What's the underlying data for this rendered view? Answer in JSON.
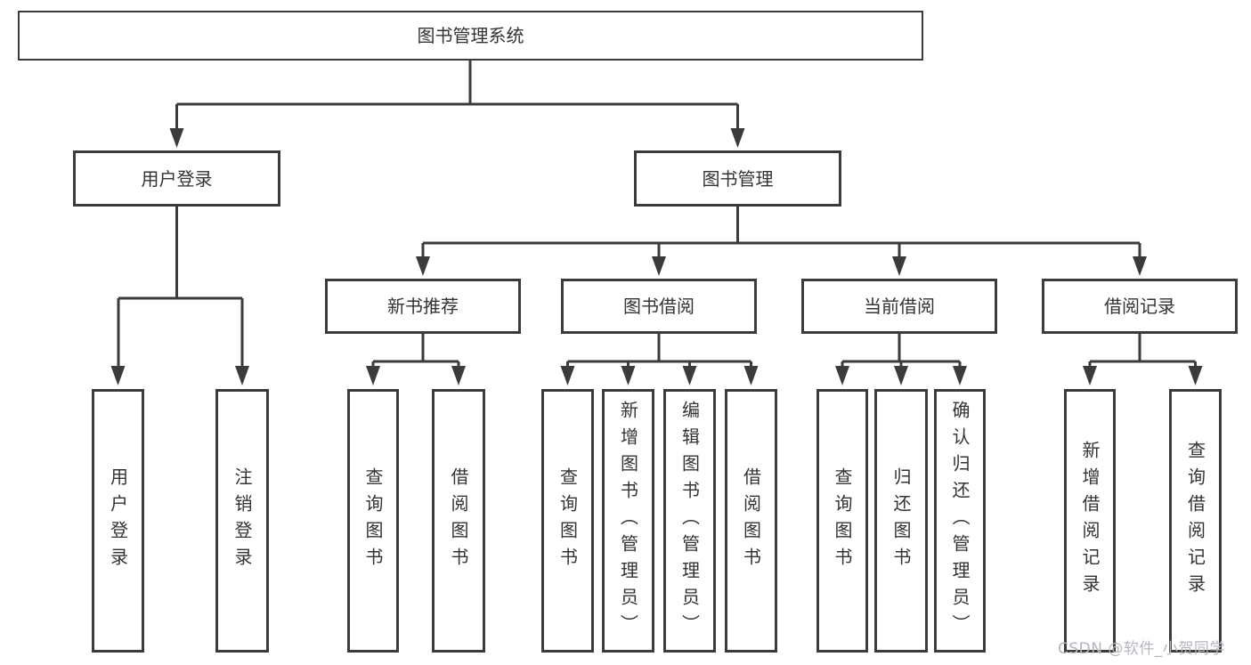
{
  "nodes": {
    "root": "图书管理系统",
    "user_login": "用户登录",
    "book_mgmt": "图书管理",
    "new_book_rec": "新书推荐",
    "book_borrow": "图书借阅",
    "current_borrow": "当前借阅",
    "borrow_records": "借阅记录",
    "leaf_user_login": "用户登录",
    "leaf_logout": "注销登录",
    "leaf_query_books_rec": "查询图书",
    "leaf_borrow_books_rec": "借阅图书",
    "leaf_query_books_borrow": "查询图书",
    "leaf_add_books": "新增图书（管理员）",
    "leaf_edit_books": "编辑图书（管理员）",
    "leaf_borrow_books_borrow": "借阅图书",
    "leaf_query_books_current": "查询图书",
    "leaf_return_books": "归还图书",
    "leaf_confirm_return": "确认归还（管理员）",
    "leaf_add_record": "新增借阅记录",
    "leaf_query_record": "查询借阅记录"
  },
  "hierarchy": {
    "图书管理系统": {
      "用户登录": [
        "用户登录",
        "注销登录"
      ],
      "图书管理": {
        "新书推荐": [
          "查询图书",
          "借阅图书"
        ],
        "图书借阅": [
          "查询图书",
          "新增图书（管理员）",
          "编辑图书（管理员）",
          "借阅图书"
        ],
        "当前借阅": [
          "查询图书",
          "归还图书",
          "确认归还（管理员）"
        ],
        "借阅记录": [
          "新增借阅记录",
          "查询借阅记录"
        ]
      }
    }
  },
  "watermark": "CSDN @软件_小贺同学",
  "colors": {
    "line": "#3b3b3b",
    "text": "#333333",
    "background": "#ffffff",
    "watermark": "#b5b5bd"
  }
}
